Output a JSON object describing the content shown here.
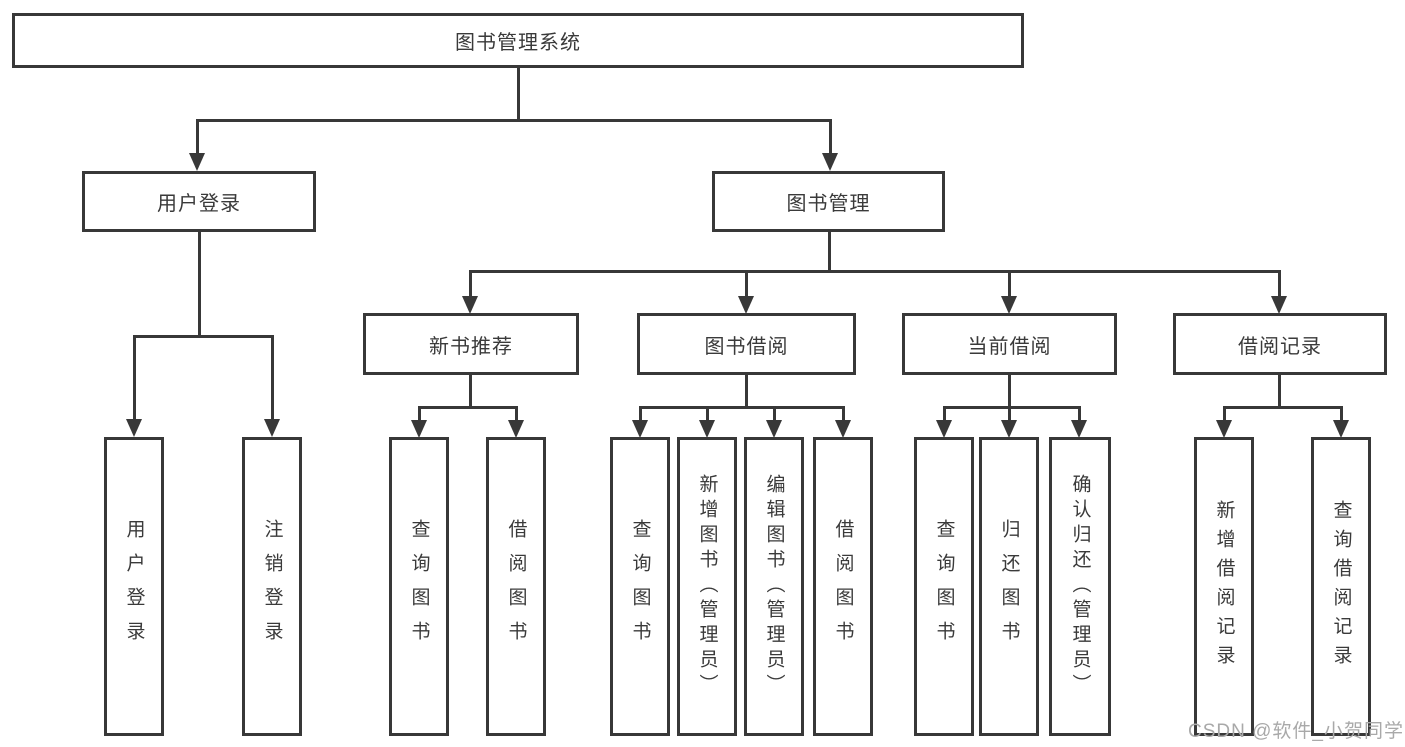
{
  "nodes": {
    "root": "图书管理系统",
    "user_login": "用户登录",
    "book_mgmt": "图书管理",
    "new_book": "新书推荐",
    "book_borrow": "图书借阅",
    "current_borrow": "当前借阅",
    "borrow_record": "借阅记录",
    "leaf_user_login": "用户登录",
    "leaf_logout": "注销登录",
    "leaf_nb_query": "查询图书",
    "leaf_nb_borrow": "借阅图书",
    "leaf_bb_query": "查询图书",
    "leaf_bb_add": "新增图书（管理员）",
    "leaf_bb_edit": "编辑图书（管理员）",
    "leaf_bb_borrow": "借阅图书",
    "leaf_cb_query": "查询图书",
    "leaf_cb_return": "归还图书",
    "leaf_cb_confirm": "确认归还（管理员）",
    "leaf_br_add": "新增借阅记录",
    "leaf_br_query": "查询借阅记录"
  },
  "watermark": "CSDN @软件_小贺同学",
  "colors": {
    "line": "#383838",
    "text": "#3a3a3a",
    "watermark": "#a9a9a9",
    "background": "#ffffff"
  }
}
